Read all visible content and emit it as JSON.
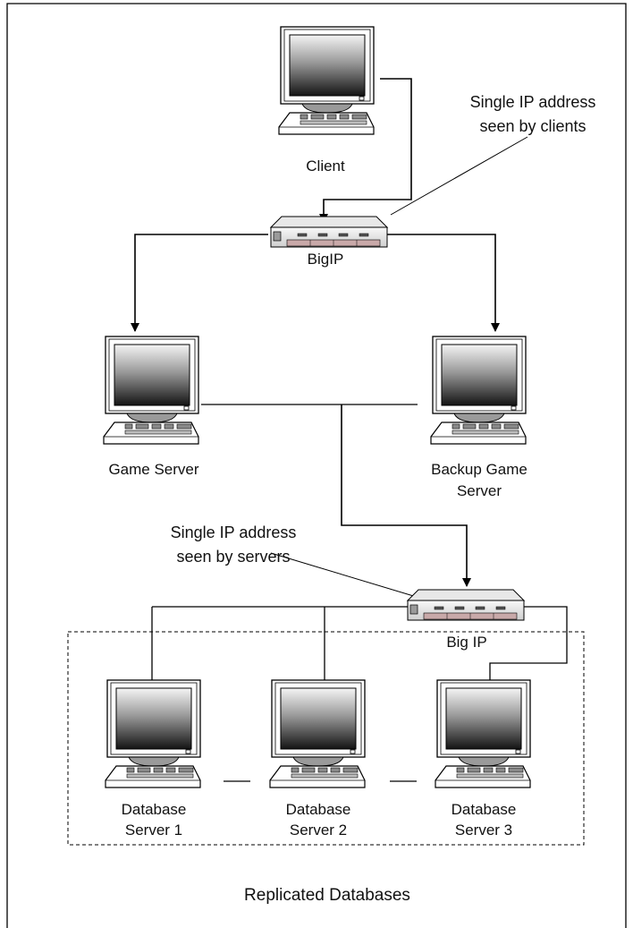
{
  "diagram": {
    "nodes": {
      "client": {
        "label": "Client"
      },
      "bigip_top": {
        "label": "BigIP"
      },
      "game_server": {
        "label": "Game Server"
      },
      "backup_game_server": {
        "label_line1": "Backup Game",
        "label_line2": "Server"
      },
      "bigip_bottom": {
        "label": "Big IP"
      },
      "db1": {
        "label_line1": "Database",
        "label_line2": "Server 1"
      },
      "db2": {
        "label_line1": "Database",
        "label_line2": "Server 2"
      },
      "db3": {
        "label_line1": "Database",
        "label_line2": "Server 3"
      }
    },
    "annotations": {
      "clients_ip": {
        "line1": "Single IP address",
        "line2": "seen by clients"
      },
      "servers_ip": {
        "line1": "Single IP address",
        "line2": "seen by servers"
      }
    },
    "group": {
      "label": "Replicated Databases"
    }
  }
}
